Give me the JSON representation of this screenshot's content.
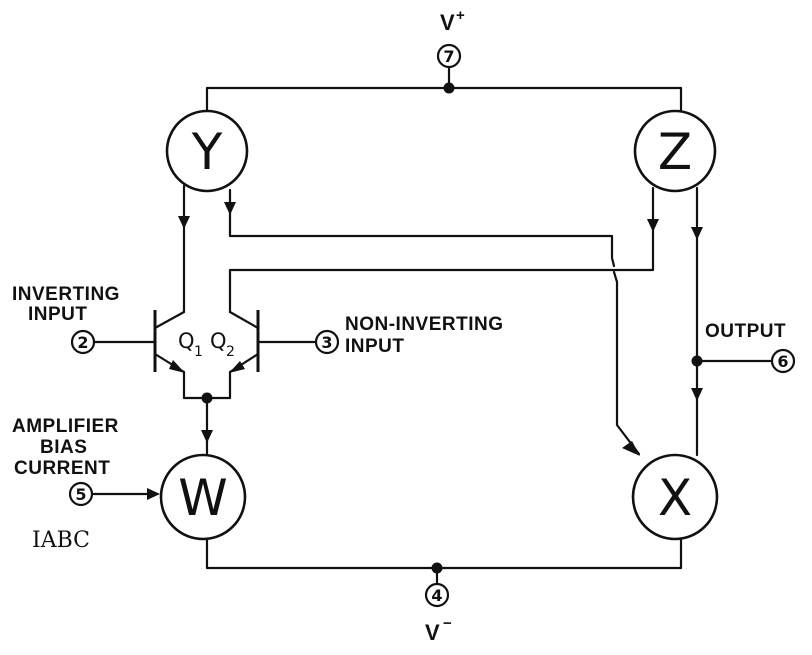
{
  "blocks": {
    "y": "Y",
    "z": "Z",
    "w": "W",
    "x": "X"
  },
  "supply": {
    "vplus_label": "V",
    "vplus_sup": "+",
    "vplus_pin": "7",
    "vminus_label": "V",
    "vminus_sup": "−",
    "vminus_pin": "4"
  },
  "inverting_input": {
    "line1": "INVERTING",
    "line2": "INPUT",
    "pin": "2"
  },
  "non_inverting_input": {
    "line1": "NON-INVERTING",
    "line2": "INPUT",
    "pin": "3"
  },
  "output": {
    "label": "OUTPUT",
    "pin": "6"
  },
  "bias": {
    "line1": "AMPLIFIER",
    "line2": "BIAS",
    "line3": "CURRENT",
    "pin": "5",
    "symbol": "IABC"
  },
  "transistors": {
    "q1": "Q",
    "q1_sub": "1",
    "q2": "Q",
    "q2_sub": "2"
  }
}
